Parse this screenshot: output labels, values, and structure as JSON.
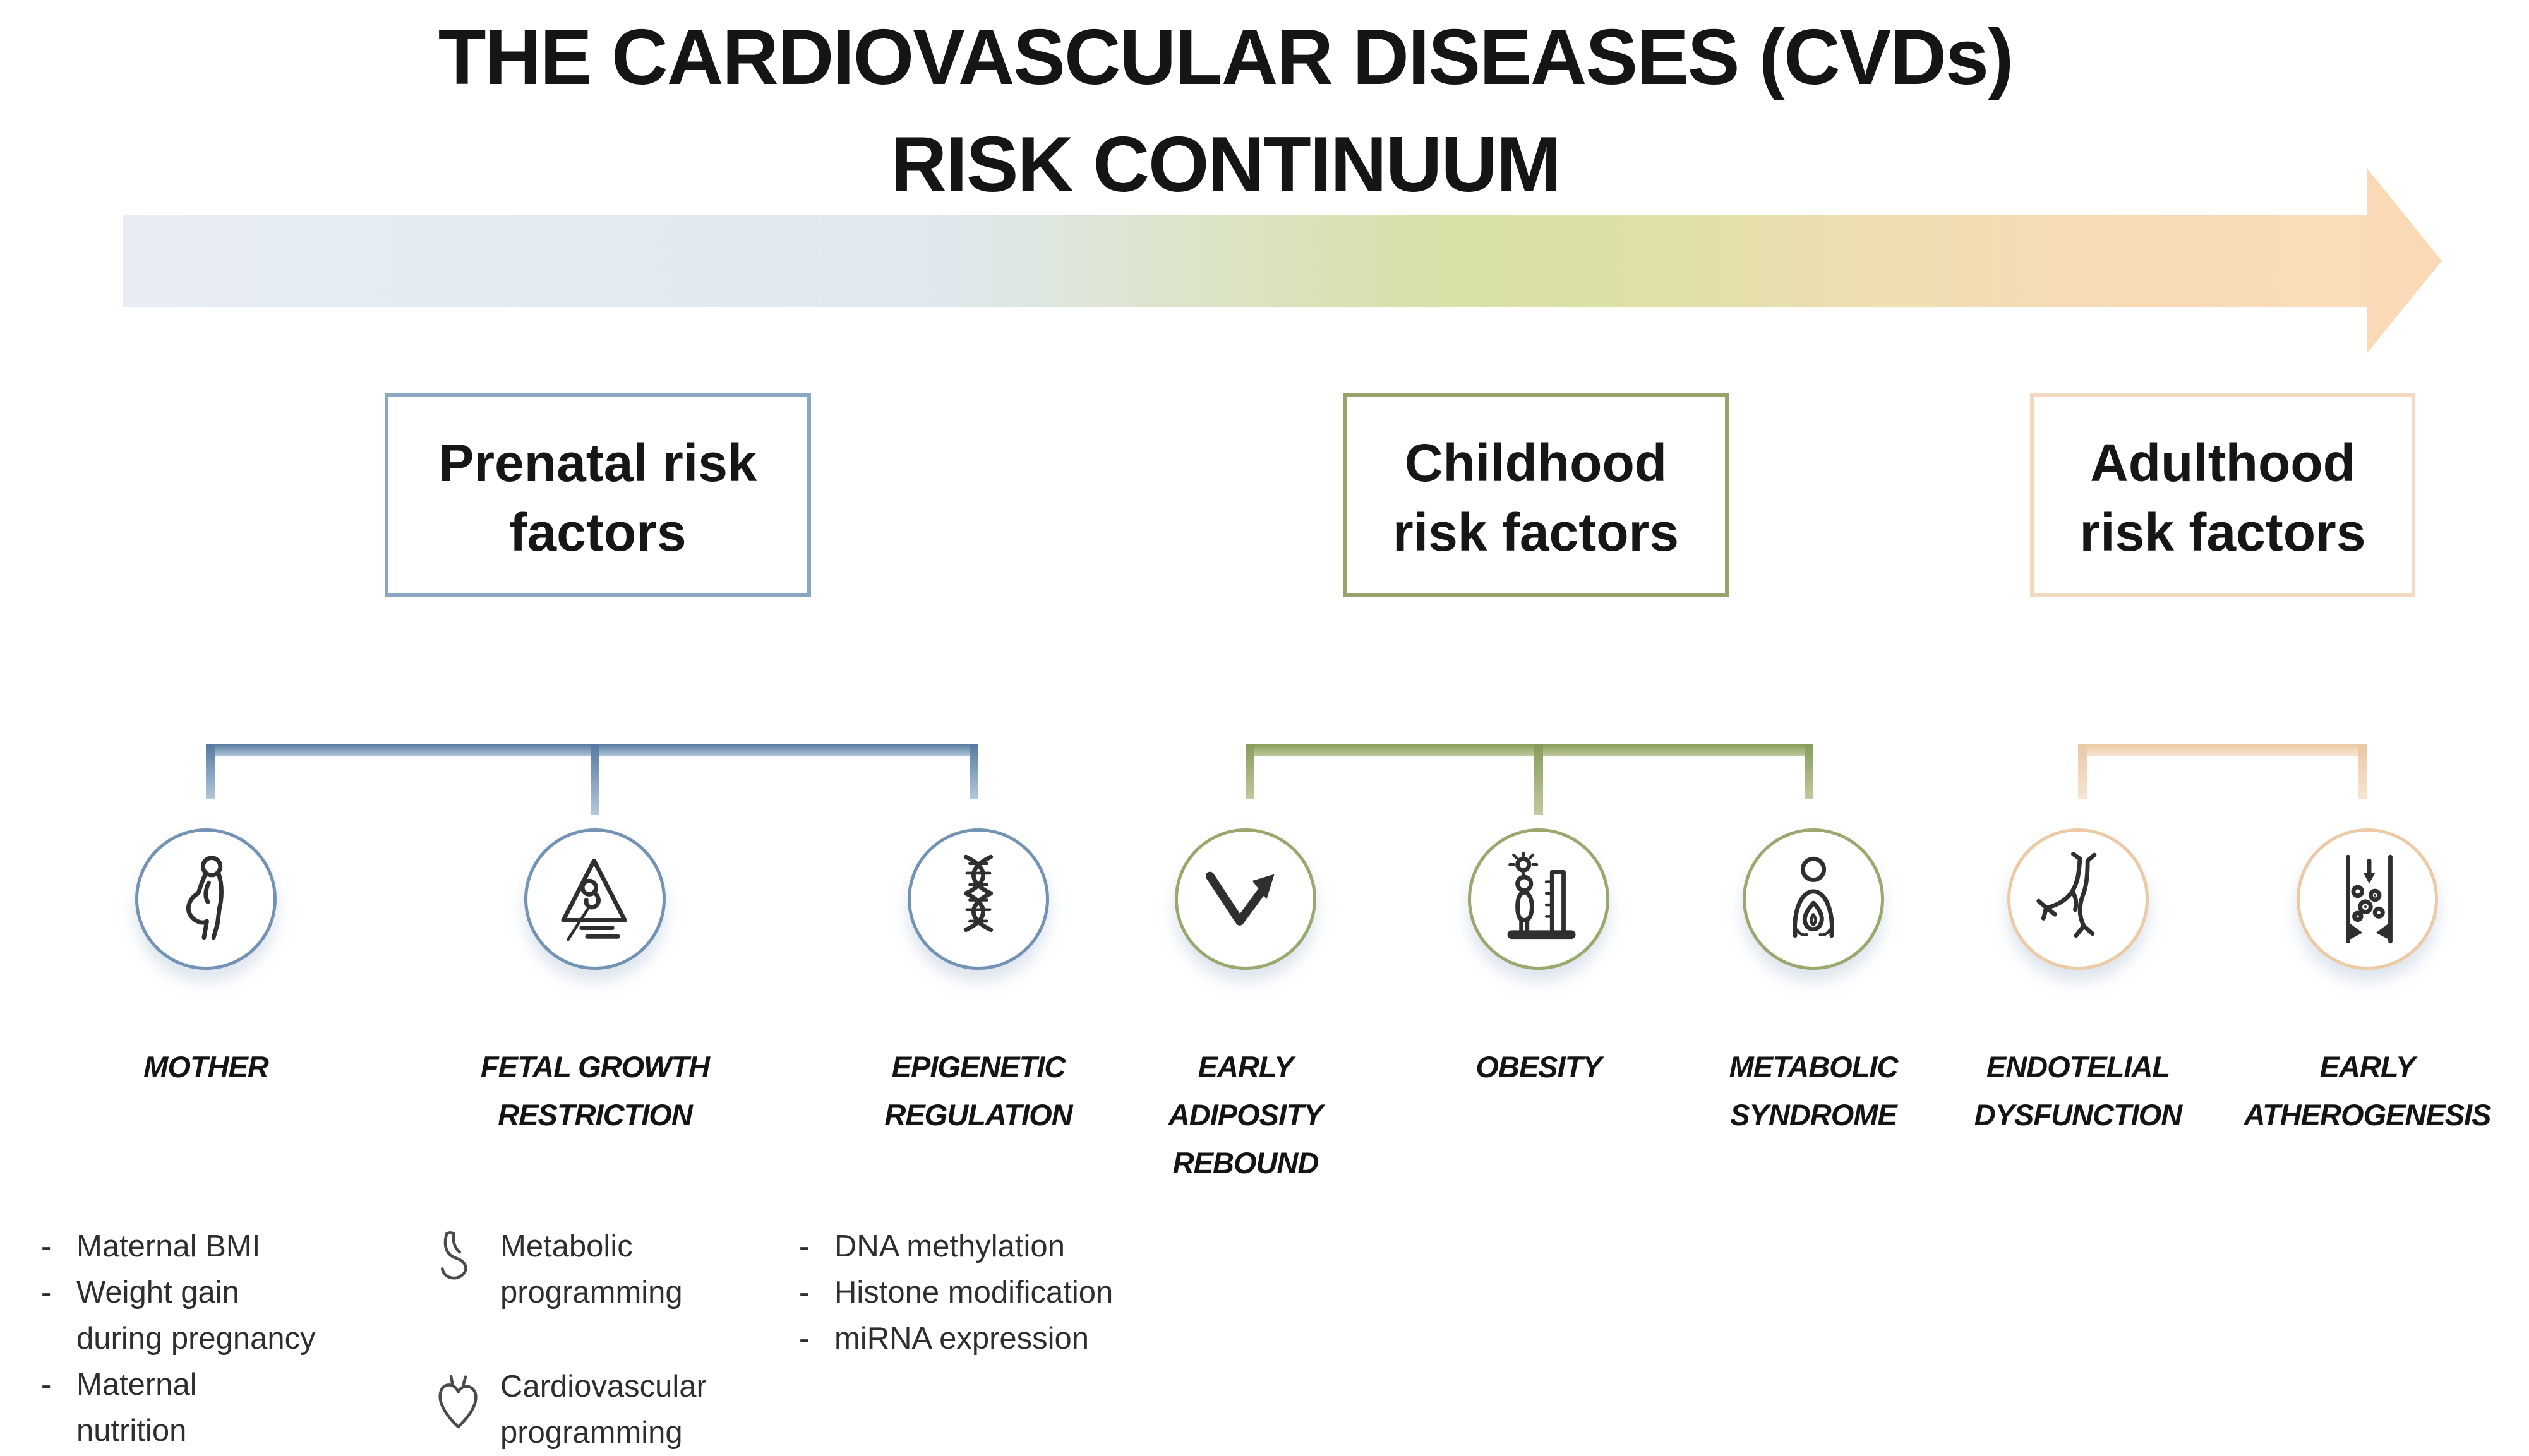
{
  "title": {
    "line1": "THE CARDIOVASCULAR DISEASES (CVDs)",
    "line2": "RISK CONTINUUM"
  },
  "stages": [
    {
      "name": "prenatal",
      "box_line1": "Prenatal risk",
      "box_line2": "factors",
      "accent": "#7493b4"
    },
    {
      "name": "childhood",
      "box_line1": "Childhood",
      "box_line2": "risk factors",
      "accent": "#9aa86d"
    },
    {
      "name": "adulthood",
      "box_line1": "Adulthood",
      "box_line2": "risk factors",
      "accent": "#eccaa6"
    }
  ],
  "factors": [
    {
      "icon": "pregnant-mother-icon",
      "lines": [
        "MOTHER"
      ]
    },
    {
      "icon": "fetal-growth-icon",
      "lines": [
        "FETAL GROWTH",
        "RESTRICTION"
      ]
    },
    {
      "icon": "dna-helix-icon",
      "lines": [
        "EPIGENETIC",
        "REGULATION"
      ]
    },
    {
      "icon": "rebound-arrow-icon",
      "lines": [
        "EARLY",
        "ADIPOSITY",
        "REBOUND"
      ]
    },
    {
      "icon": "obesity-scale-icon",
      "lines": [
        "OBESITY"
      ]
    },
    {
      "icon": "metabolic-flame-icon",
      "lines": [
        "METABOLIC",
        "SYNDROME"
      ]
    },
    {
      "icon": "vessel-branch-icon",
      "lines": [
        "ENDOTELIAL",
        "DYSFUNCTION"
      ]
    },
    {
      "icon": "atherogenesis-icon",
      "lines": [
        "EARLY",
        "ATHEROGENESIS"
      ]
    }
  ],
  "details": {
    "mother_list": [
      {
        "dash": "-",
        "text": "Maternal BMI"
      },
      {
        "dash": "-",
        "text": "Weight gain"
      },
      {
        "dash": "",
        "text": "during pregnancy"
      },
      {
        "dash": "-",
        "text": "Maternal"
      },
      {
        "dash": "",
        "text": "nutrition"
      }
    ],
    "programming_list": [
      {
        "icon": "stomach-icon",
        "line1": "Metabolic",
        "line2": "programming"
      },
      {
        "icon": "heart-icon",
        "line1": "Cardiovascular",
        "line2": "programming"
      }
    ],
    "epigenetic_list": [
      {
        "dash": "-",
        "text": "DNA methylation"
      },
      {
        "dash": "-",
        "text": "Histone modification"
      },
      {
        "dash": "-",
        "text": "miRNA expression"
      }
    ]
  },
  "colors": {
    "accent_blue": "#7493b4",
    "accent_green": "#9aa86d",
    "accent_peach": "#eccaa6",
    "arrow_start": "#e8edf4",
    "arrow_middle": "#d7e0a8",
    "arrow_end": "#fadcb9",
    "icon_stroke": "#2f2f2f"
  }
}
